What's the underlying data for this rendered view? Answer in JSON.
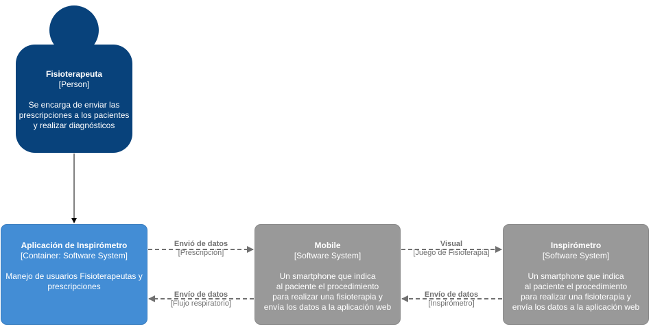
{
  "person": {
    "name": "Fisioterapeuta",
    "type": "[Person]",
    "desc_lines": [
      "Se encarga de enviar las",
      "prescripciones a los pacientes",
      "y realizar diagnósticos"
    ]
  },
  "app": {
    "name": "Aplicación de Inspirómetro",
    "type": "[Container: Software System]",
    "desc_lines": [
      "Manejo de usuarios Fisioterapeutas y",
      "prescripciones"
    ]
  },
  "mobile": {
    "name": "Mobile",
    "type": "[Software System]",
    "desc_lines": [
      "Un smartphone que indica",
      "al paciente el procedimiento",
      "para realizar una fisioterapia y",
      "envía los datos a la aplicación web"
    ]
  },
  "inspirometro": {
    "name": "Inspirómetro",
    "type": "[Software System]",
    "desc_lines": [
      "Un smartphone que indica",
      "al paciente el procedimiento",
      "para realizar una fisioterapia y",
      "envía los datos a la aplicación web"
    ]
  },
  "relations": {
    "app_to_mobile": {
      "label": "Envió de datos",
      "tech": "[Prescripción]"
    },
    "mobile_to_app": {
      "label": "Envío de datos",
      "tech": "[Flujo respiratorio]"
    },
    "mobile_to_insp": {
      "label": "Visual",
      "tech": "[Juego de Fisioterapia]"
    },
    "insp_to_mobile": {
      "label": "Envío de datos",
      "tech": "[Inspirómetro]"
    }
  },
  "colors": {
    "person": "#08427b",
    "container": "#438dd5",
    "external_system": "#999999",
    "relationship": "#707070"
  }
}
